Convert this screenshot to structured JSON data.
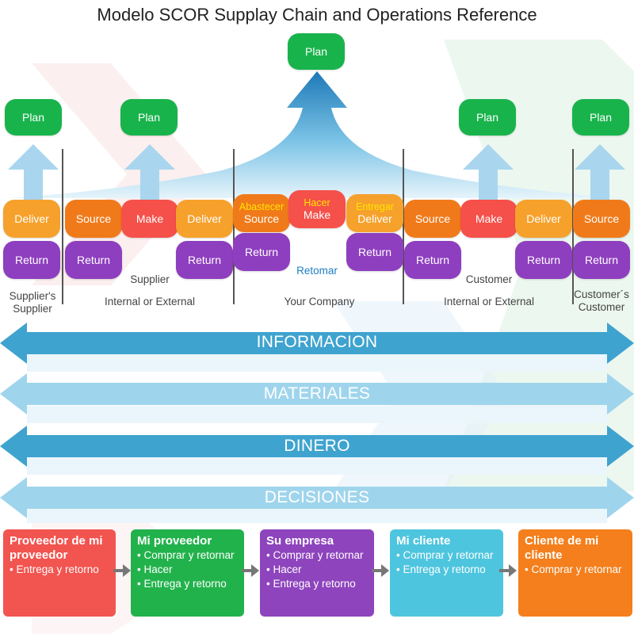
{
  "title": "Modelo SCOR Supplay Chain and Operations Reference",
  "top_plan": "Plan",
  "plans": [
    "Plan",
    "Plan",
    "Plan",
    "Plan"
  ],
  "supplier_supplier": {
    "deliver": "Deliver",
    "return": "Return",
    "label": "Supplier's Supplier"
  },
  "supplier": {
    "source": "Source",
    "make": "Make",
    "deliver": "Deliver",
    "return_left": "Return",
    "return_right": "Return",
    "name": "Supplier",
    "scope": "Internal or External"
  },
  "company": {
    "abastecer": "Abastecer",
    "source": "Source",
    "hacer": "Hacer",
    "make": "Make",
    "entregar": "Entregar",
    "deliver": "Deliver",
    "return_left": "Return",
    "return_right": "Return",
    "retomar": "Retomar",
    "label": "Your Company"
  },
  "customer": {
    "source": "Source",
    "make": "Make",
    "deliver": "Deliver",
    "return_left": "Return",
    "return_right": "Return",
    "name": "Customer",
    "scope": "Internal or External"
  },
  "customer_customer": {
    "source": "Source",
    "return": "Return",
    "label": "Customer´s Customer"
  },
  "bands": [
    "INFORMACION",
    "MATERIALES",
    "DINERO",
    "DECISIONES"
  ],
  "cards": [
    {
      "title": "Proveedor de mi proveedor",
      "items": [
        "Entrega y retorno"
      ]
    },
    {
      "title": "Mi proveedor",
      "items": [
        "Comprar y retornar",
        "Hacer",
        "Entrega y retorno"
      ]
    },
    {
      "title": "Su empresa",
      "items": [
        "Comprar y retornar",
        "Hacer",
        "Entrega y retorno"
      ]
    },
    {
      "title": "Mi cliente",
      "items": [
        "Comprar y retornar",
        "Entrega y retorno"
      ]
    },
    {
      "title": "Cliente de mi cliente",
      "items": [
        "Comprar y retornar"
      ]
    }
  ],
  "colors": {
    "plan": "#19b34c",
    "deliver": "#f6a12c",
    "source": "#f07a1a",
    "make": "#f5504a",
    "return": "#8e3fbf",
    "band_dark": "#3fa3cf",
    "band_light": "#9fd5ec",
    "highlight": "#ffe400"
  }
}
